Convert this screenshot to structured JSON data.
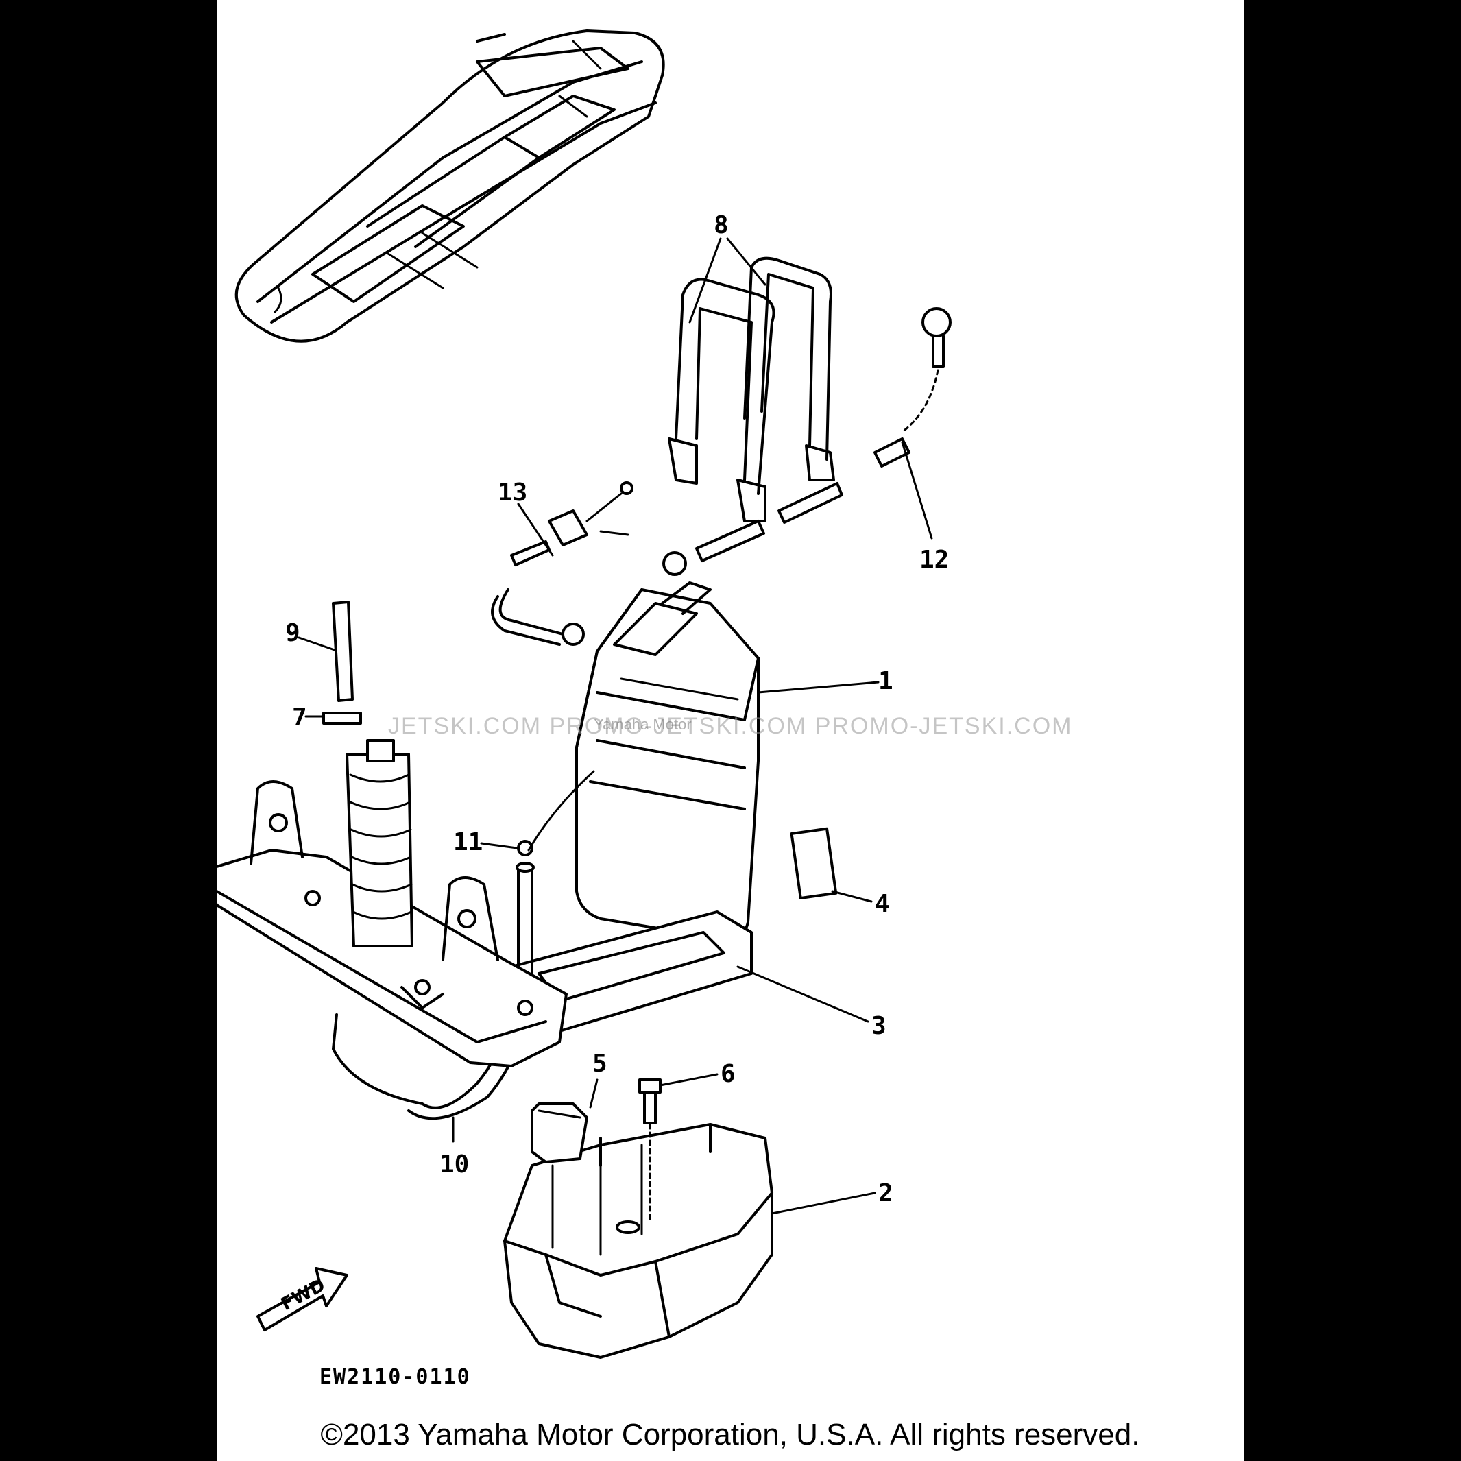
{
  "diagram": {
    "callouts": [
      "1",
      "2",
      "3",
      "4",
      "5",
      "6",
      "7",
      "8",
      "9",
      "10",
      "11",
      "12",
      "13"
    ],
    "drawing_code": "EW2110-0110",
    "fwd_label": "FWD",
    "watermark": "JETSKI.COM  PROMO-JETSKI.COM  PROMO-JETSKI.COM",
    "watermark_center": "Yamaha Motor",
    "copyright": "©2013 Yamaha Motor Corporation, U.S.A. All rights reserved."
  }
}
